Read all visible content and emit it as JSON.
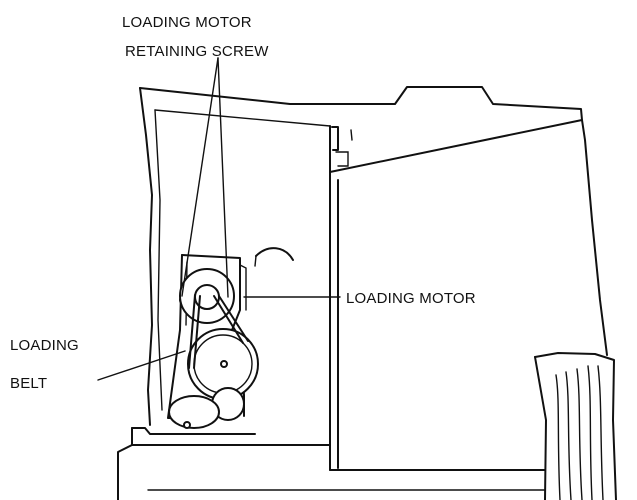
{
  "labels": {
    "retaining_screw_line1": "LOADING MOTOR",
    "retaining_screw_line2": "RETAINING SCREW",
    "loading_motor": "LOADING MOTOR",
    "loading_belt_line1": "LOADING",
    "loading_belt_line2": "BELT"
  }
}
